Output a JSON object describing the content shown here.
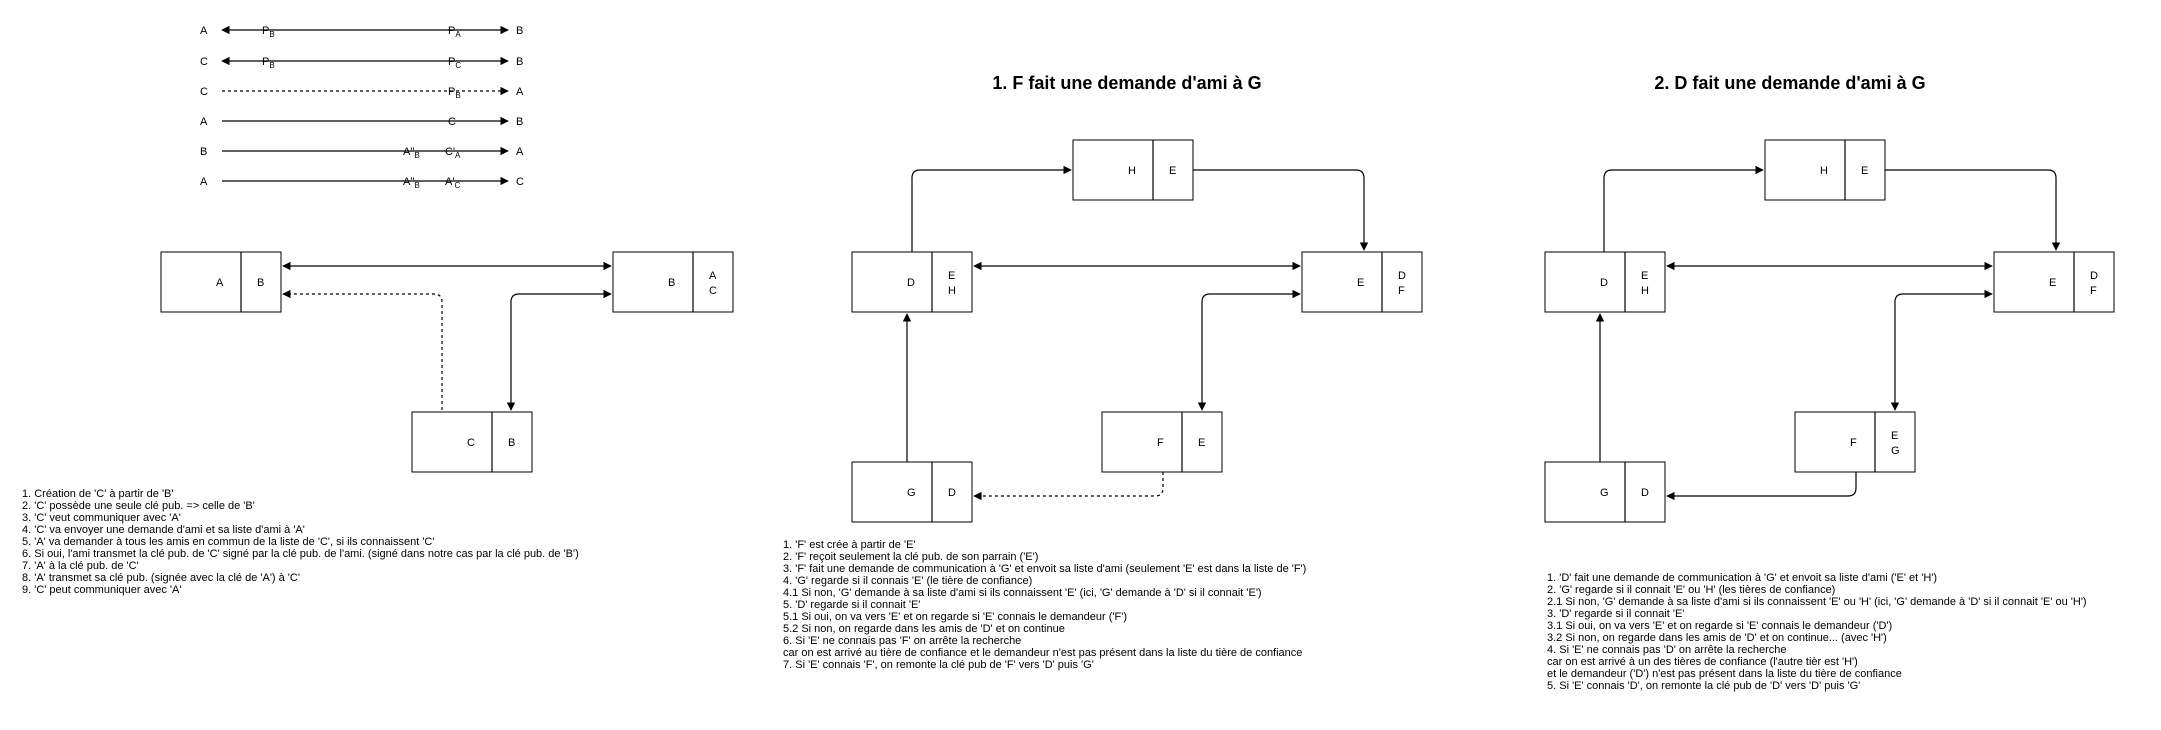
{
  "legend": [
    {
      "from": "A",
      "to": "B",
      "kA": "P",
      "kAs": "B",
      "kB": "P",
      "kBs": "A",
      "style": "both"
    },
    {
      "from": "C",
      "to": "B",
      "kA": "P",
      "kAs": "B",
      "kB": "P",
      "kBs": "C",
      "style": "both"
    },
    {
      "from": "C",
      "to": "A",
      "kA": "",
      "kAs": "",
      "kB": "P",
      "kBs": "B",
      "style": "dashed"
    },
    {
      "from": "A",
      "to": "B",
      "kA": "",
      "kAs": "",
      "kB": "C",
      "kBs": "",
      "style": "solid"
    },
    {
      "from": "B",
      "to": "A",
      "kA": "A''",
      "kAs": "B",
      "kB": "C'",
      "kBs": "A",
      "style": "solid"
    },
    {
      "from": "A",
      "to": "C",
      "kA": "A''",
      "kAs": "B",
      "kB": "A'",
      "kBs": "C",
      "style": "solid"
    }
  ],
  "diagram0": {
    "nodes": [
      {
        "name": "A",
        "friends": [
          "B"
        ]
      },
      {
        "name": "B",
        "friends": [
          "A",
          "C"
        ]
      },
      {
        "name": "C",
        "friends": [
          "B"
        ]
      }
    ],
    "notes": [
      "1. Création de 'C' à partir de 'B'",
      "2. 'C' possède une seule clé pub. => celle de 'B'",
      "3. 'C' veut communiquer avec 'A'",
      "4. 'C' va envoyer une demande d'ami et sa liste d'ami à 'A'",
      "5. 'A' va demander à tous les amis en commun de la liste de 'C', si ils connaissent 'C'",
      "6. Si oui, l'ami transmet la clé pub. de 'C' signé par la clé pub. de l'ami. (signé dans notre cas par la clé pub. de 'B')",
      "7. 'A' à la clé pub. de 'C'",
      "8. 'A' transmet sa clé pub. (signée avec la clé de 'A') à 'C'",
      "9. 'C' peut communiquer avec 'A'"
    ]
  },
  "diagram1": {
    "title": "1. F fait une demande d'ami à G",
    "nodes": [
      {
        "name": "H",
        "friends": [
          "E"
        ]
      },
      {
        "name": "D",
        "friends": [
          "E",
          "H"
        ]
      },
      {
        "name": "E",
        "friends": [
          "D",
          "F"
        ]
      },
      {
        "name": "F",
        "friends": [
          "E"
        ]
      },
      {
        "name": "G",
        "friends": [
          "D"
        ]
      }
    ],
    "notes": [
      "1. 'F' est crée à partir de 'E'",
      "2. 'F' reçoit seulement la clé pub. de son parrain ('E')",
      "3. 'F' fait une demande de communication à 'G' et envoit sa liste d'ami (seulement 'E' est dans la liste de 'F')",
      "4. 'G' regarde si il connais 'E' (le tière de confiance)",
      "4.1 Si non, 'G' demande à sa liste d'ami si ils connaissent 'E' (ici, 'G' demande à 'D' si il connait 'E')",
      "5. 'D' regarde si il connait 'E'",
      "5.1 Si oui, on va vers 'E' et on regarde si 'E' connais le demandeur ('F')",
      "5.2 Si non, on regarde dans les amis de 'D' et on continue",
      "6. Si 'E' ne connais pas 'F' on arrête la recherche",
      "car on est arrivé au tière de confiance et le demandeur n'est pas présent dans la liste du tière de confiance",
      "7. Si 'E' connais 'F', on remonte la clé pub de 'F' vers 'D' puis 'G'"
    ]
  },
  "diagram2": {
    "title": "2. D fait une demande d'ami à G",
    "nodes": [
      {
        "name": "H",
        "friends": [
          "E"
        ]
      },
      {
        "name": "D",
        "friends": [
          "E",
          "H"
        ]
      },
      {
        "name": "E",
        "friends": [
          "D",
          "F"
        ]
      },
      {
        "name": "F",
        "friends": [
          "E",
          "G"
        ]
      },
      {
        "name": "G",
        "friends": [
          "D"
        ]
      }
    ],
    "notes": [
      "1. 'D' fait une demande de communication à 'G' et envoit sa liste d'ami ('E' et 'H')",
      "2. 'G' regarde si il connait 'E' ou 'H' (les tières de confiance)",
      "2.1 Si non, 'G' demande à sa liste d'ami si ils connaissent 'E' ou 'H' (ici, 'G' demande à 'D' si il connait 'E' ou 'H')",
      "3. 'D' regarde si il connait 'E'",
      "3.1 Si oui, on va vers 'E' et on regarde si 'E' connais le demandeur ('D')",
      "3.2 Si non, on regarde dans les amis de 'D' et on continue... (avec 'H')",
      "4. Si 'E' ne connais pas 'D' on arrête la recherche",
      "car on est arrivé à un des tières de confiance (l'autre tièr est 'H')",
      "et le demandeur ('D') n'est pas présent dans la liste du tière de confiance",
      "5. Si 'E' connais 'D', on remonte la clé pub de 'D' vers 'D' puis 'G'"
    ]
  }
}
